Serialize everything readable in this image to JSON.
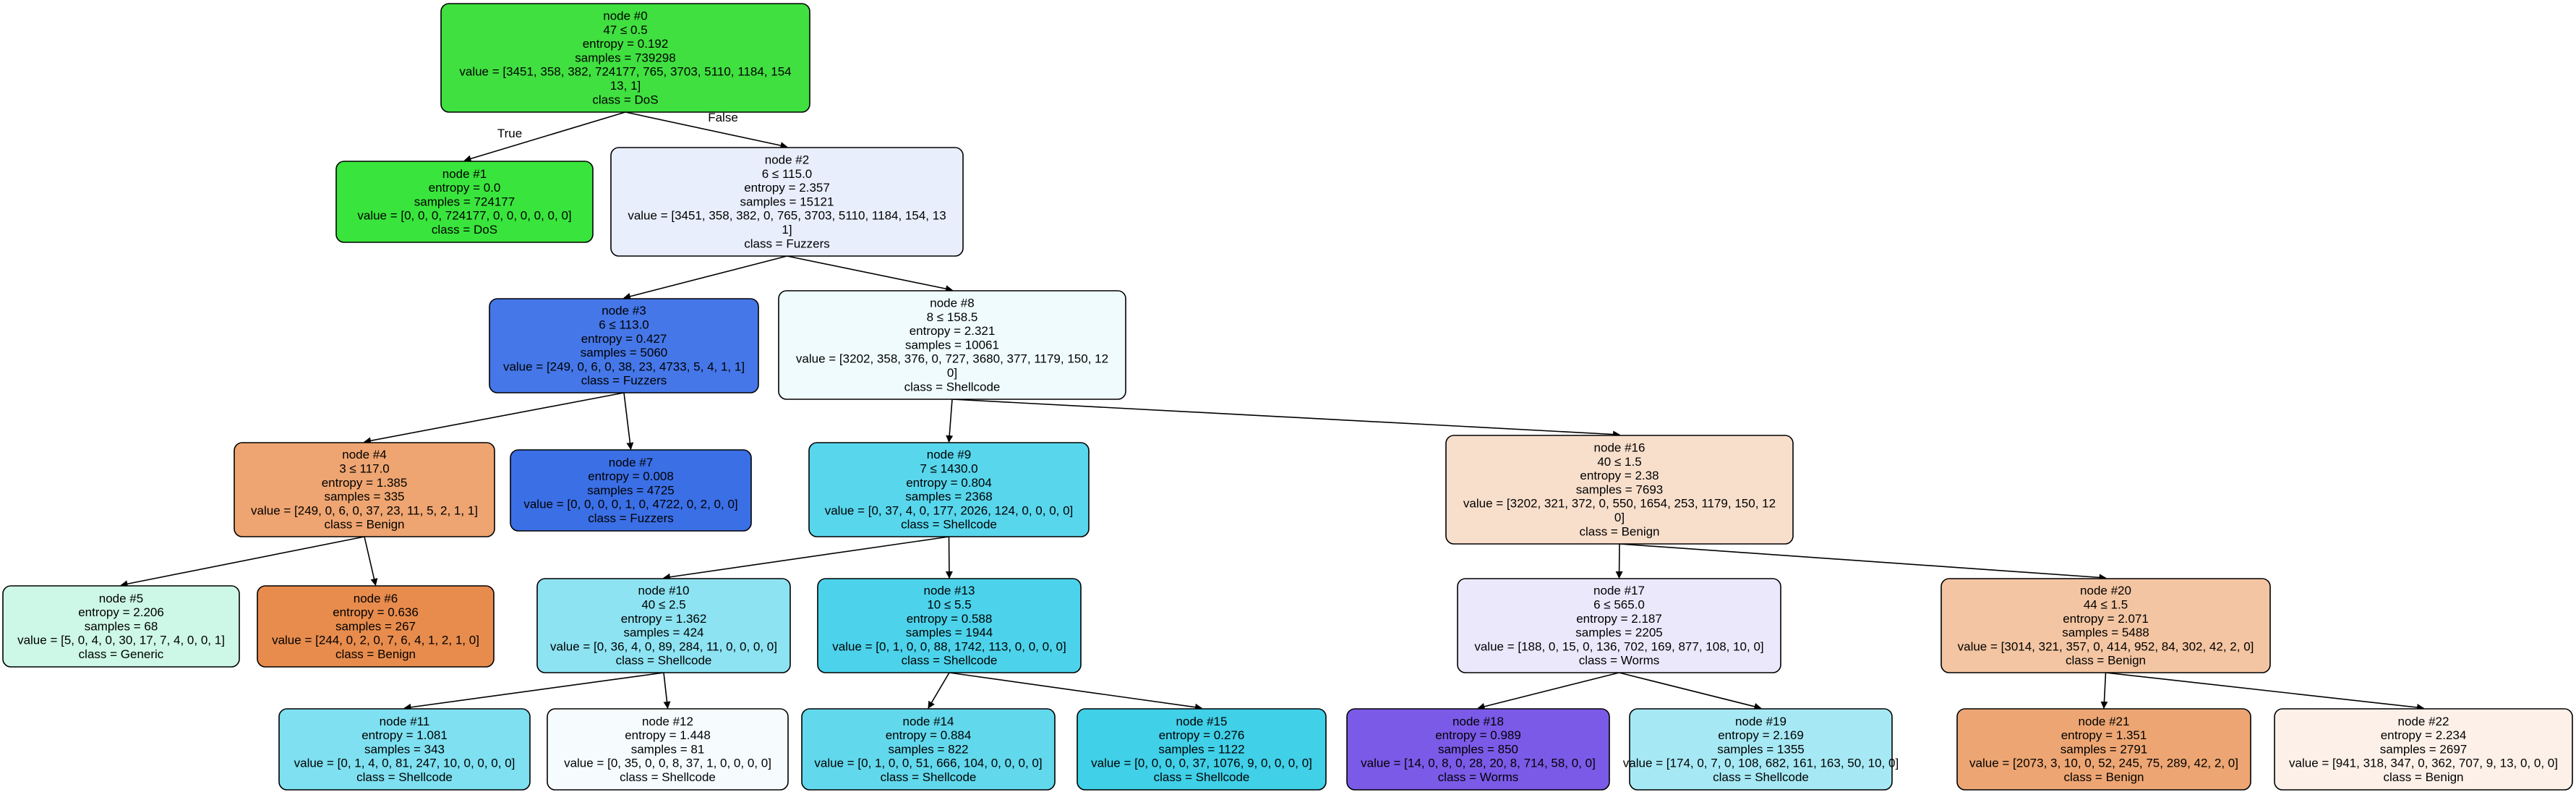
{
  "nodes": [
    {
      "id": 0,
      "lines": [
        "node #0",
        "47 ≤ 0.5",
        "entropy = 0.192",
        "samples = 739298",
        "value = [3451, 358, 382, 724177, 765, 3703, 5110, 1184, 154",
        "13, 1]",
        "class = DoS"
      ],
      "color": "#40e040"
    },
    {
      "id": 1,
      "lines": [
        "node #1",
        "entropy = 0.0",
        "samples = 724177",
        "value = [0, 0, 0, 724177, 0, 0, 0, 0, 0, 0]",
        "class = DoS"
      ],
      "color": "#39e53c"
    },
    {
      "id": 2,
      "lines": [
        "node #2",
        "6 ≤ 115.0",
        "entropy = 2.357",
        "samples = 15121",
        "value = [3451, 358, 382, 0, 765, 3703, 5110, 1184, 154, 13",
        "1]",
        "class =  Fuzzers"
      ],
      "color": "#e8eefc"
    },
    {
      "id": 3,
      "lines": [
        "node #3",
        "6 ≤ 113.0",
        "entropy = 0.427",
        "samples = 5060",
        "value = [249, 0, 6, 0, 38, 23, 4733, 5, 4, 1, 1]",
        "class =  Fuzzers"
      ],
      "color": "#4577e8"
    },
    {
      "id": 4,
      "lines": [
        "node #4",
        "3 ≤ 117.0",
        "entropy = 1.385",
        "samples = 335",
        "value = [249, 0, 6, 0, 37, 23, 11, 5, 2, 1, 1]",
        "class = Benign"
      ],
      "color": "#eea571"
    },
    {
      "id": 5,
      "lines": [
        "node #5",
        "entropy = 2.206",
        "samples = 68",
        "value = [5, 0, 4, 0, 30, 17, 7, 4, 0, 0, 1]",
        "class = Generic"
      ],
      "color": "#cdf7e6"
    },
    {
      "id": 6,
      "lines": [
        "node #6",
        "entropy = 0.636",
        "samples = 267",
        "value = [244, 0, 2, 0, 7, 6, 4, 1, 2, 1, 0]",
        "class = Benign"
      ],
      "color": "#e88c4d"
    },
    {
      "id": 7,
      "lines": [
        "node #7",
        "entropy = 0.008",
        "samples = 4725",
        "value = [0, 0, 0, 0, 1, 0, 4722, 0, 2, 0, 0]",
        "class =  Fuzzers"
      ],
      "color": "#3b6fe6"
    },
    {
      "id": 8,
      "lines": [
        "node #8",
        "8 ≤ 158.5",
        "entropy = 2.321",
        "samples = 10061",
        "value = [3202, 358, 376, 0, 727, 3680, 377, 1179, 150, 12",
        "0]",
        "class = Shellcode"
      ],
      "color": "#effbfd"
    },
    {
      "id": 9,
      "lines": [
        "node #9",
        "7 ≤ 1430.0",
        "entropy = 0.804",
        "samples = 2368",
        "value = [0, 37, 4, 0, 177, 2026, 124, 0, 0, 0, 0]",
        "class = Shellcode"
      ],
      "color": "#58d6ec"
    },
    {
      "id": 10,
      "lines": [
        "node #10",
        "40 ≤ 2.5",
        "entropy = 1.362",
        "samples = 424",
        "value = [0, 36, 4, 0, 89, 284, 11, 0, 0, 0, 0]",
        "class = Shellcode"
      ],
      "color": "#8de3f2"
    },
    {
      "id": 11,
      "lines": [
        "node #11",
        "entropy = 1.081",
        "samples = 343",
        "value = [0, 1, 4, 0, 81, 247, 10, 0, 0, 0, 0]",
        "class = Shellcode"
      ],
      "color": "#7ee0f0"
    },
    {
      "id": 12,
      "lines": [
        "node #12",
        "entropy = 1.448",
        "samples = 81",
        "value = [0, 35, 0, 0, 8, 37, 1, 0, 0, 0, 0]",
        "class = Shellcode"
      ],
      "color": "#f6fcfe"
    },
    {
      "id": 13,
      "lines": [
        "node #13",
        "10 ≤ 5.5",
        "entropy = 0.588",
        "samples = 1944",
        "value = [0, 1, 0, 0, 88, 1742, 113, 0, 0, 0, 0]",
        "class = Shellcode"
      ],
      "color": "#4cd3eb"
    },
    {
      "id": 14,
      "lines": [
        "node #14",
        "entropy = 0.884",
        "samples = 822",
        "value = [0, 1, 0, 0, 51, 666, 104, 0, 0, 0, 0]",
        "class = Shellcode"
      ],
      "color": "#62d8ec"
    },
    {
      "id": 15,
      "lines": [
        "node #15",
        "entropy = 0.276",
        "samples = 1122",
        "value = [0, 0, 0, 0, 37, 1076, 9, 0, 0, 0, 0]",
        "class = Shellcode"
      ],
      "color": "#40d0e8"
    },
    {
      "id": 16,
      "lines": [
        "node #16",
        "40 ≤ 1.5",
        "entropy = 2.38",
        "samples = 7693",
        "value = [3202, 321, 372, 0, 550, 1654, 253, 1179, 150, 12",
        "0]",
        "class = Benign"
      ],
      "color": "#f8dfcc"
    },
    {
      "id": 17,
      "lines": [
        "node #17",
        "6 ≤ 565.0",
        "entropy = 2.187",
        "samples = 2205",
        "value = [188, 0, 15, 0, 136, 702, 169, 877, 108, 10, 0]",
        "class = Worms"
      ],
      "color": "#ece8fc"
    },
    {
      "id": 18,
      "lines": [
        "node #18",
        "entropy = 0.989",
        "samples = 850",
        "value = [14, 0, 8, 0, 28, 20, 8, 714, 58, 0, 0]",
        "class = Worms"
      ],
      "color": "#7b5ae8"
    },
    {
      "id": 19,
      "lines": [
        "node #19",
        "entropy = 2.169",
        "samples = 1355",
        "value = [174, 0, 7, 0, 108, 682, 161, 163, 50, 10, 0]",
        "class = Shellcode"
      ],
      "color": "#a6e9f4"
    },
    {
      "id": 20,
      "lines": [
        "node #20",
        "44 ≤ 1.5",
        "entropy = 2.071",
        "samples = 5488",
        "value = [3014, 321, 357, 0, 414, 952, 84, 302, 42, 2, 0]",
        "class = Benign"
      ],
      "color": "#f3c5a2"
    },
    {
      "id": 21,
      "lines": [
        "node #21",
        "entropy = 1.351",
        "samples = 2791",
        "value = [2073, 3, 10, 0, 52, 245, 75, 289, 42, 2, 0]",
        "class = Benign"
      ],
      "color": "#eda673"
    },
    {
      "id": 22,
      "lines": [
        "node #22",
        "entropy = 2.234",
        "samples = 2697",
        "value = [941, 318, 347, 0, 362, 707, 9, 13, 0, 0, 0]",
        "class = Benign"
      ],
      "color": "#fcf0e8"
    }
  ],
  "edges": [
    {
      "from": 0,
      "to": 1,
      "label": "True"
    },
    {
      "from": 0,
      "to": 2,
      "label": "False"
    },
    {
      "from": 2,
      "to": 3,
      "label": ""
    },
    {
      "from": 2,
      "to": 8,
      "label": ""
    },
    {
      "from": 3,
      "to": 4,
      "label": ""
    },
    {
      "from": 3,
      "to": 7,
      "label": ""
    },
    {
      "from": 4,
      "to": 5,
      "label": ""
    },
    {
      "from": 4,
      "to": 6,
      "label": ""
    },
    {
      "from": 8,
      "to": 9,
      "label": ""
    },
    {
      "from": 8,
      "to": 16,
      "label": ""
    },
    {
      "from": 9,
      "to": 10,
      "label": ""
    },
    {
      "from": 9,
      "to": 13,
      "label": ""
    },
    {
      "from": 10,
      "to": 11,
      "label": ""
    },
    {
      "from": 10,
      "to": 12,
      "label": ""
    },
    {
      "from": 13,
      "to": 14,
      "label": ""
    },
    {
      "from": 13,
      "to": 15,
      "label": ""
    },
    {
      "from": 16,
      "to": 17,
      "label": ""
    },
    {
      "from": 16,
      "to": 20,
      "label": ""
    },
    {
      "from": 17,
      "to": 18,
      "label": ""
    },
    {
      "from": 17,
      "to": 19,
      "label": ""
    },
    {
      "from": 20,
      "to": 21,
      "label": ""
    },
    {
      "from": 20,
      "to": 22,
      "label": ""
    }
  ]
}
